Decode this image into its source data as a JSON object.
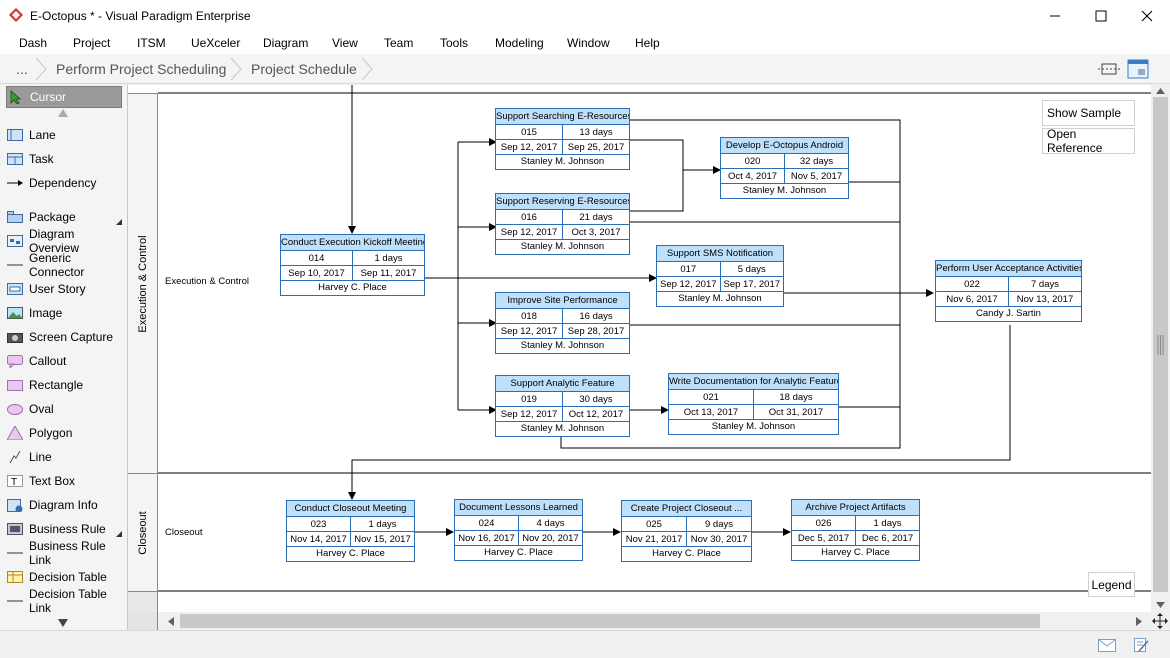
{
  "window": {
    "title": "E-Octopus * - Visual Paradigm Enterprise"
  },
  "menu": [
    "Dash",
    "Project",
    "ITSM",
    "UeXceler",
    "Diagram",
    "View",
    "Team",
    "Tools",
    "Modeling",
    "Window",
    "Help"
  ],
  "breadcrumb": {
    "more": "...",
    "items": [
      "Perform Project Scheduling",
      "Project Schedule"
    ]
  },
  "palette": {
    "items": [
      "Cursor",
      "Lane",
      "Task",
      "Dependency",
      "Package",
      "Diagram Overview",
      "Generic Connector",
      "User Story",
      "Image",
      "Screen Capture",
      "Callout",
      "Rectangle",
      "Oval",
      "Polygon",
      "Line",
      "Text Box",
      "Diagram Info",
      "Business Rule",
      "Business Rule Link",
      "Decision Table",
      "Decision Table Link"
    ]
  },
  "lanes": [
    {
      "header": "Execution & Control",
      "label": "Execution & Control"
    },
    {
      "header": "Closeout",
      "label": "Closeout"
    }
  ],
  "tasks": [
    {
      "name": "Conduct Execution Kickoff Meeting",
      "id": "014",
      "duration": "1 days",
      "start": "Sep 10, 2017",
      "end": "Sep 11, 2017",
      "owner": "Harvey C. Place"
    },
    {
      "name": "Support Searching E-Resources",
      "id": "015",
      "duration": "13 days",
      "start": "Sep 12, 2017",
      "end": "Sep 25, 2017",
      "owner": "Stanley M. Johnson"
    },
    {
      "name": "Support Reserving E-Resources",
      "id": "016",
      "duration": "21 days",
      "start": "Sep 12, 2017",
      "end": "Oct 3, 2017",
      "owner": "Stanley M. Johnson"
    },
    {
      "name": "Support SMS Notification",
      "id": "017",
      "duration": "5 days",
      "start": "Sep 12, 2017",
      "end": "Sep 17, 2017",
      "owner": "Stanley M. Johnson"
    },
    {
      "name": "Improve Site Performance",
      "id": "018",
      "duration": "16 days",
      "start": "Sep 12, 2017",
      "end": "Sep 28, 2017",
      "owner": "Stanley M. Johnson"
    },
    {
      "name": "Support Analytic Feature",
      "id": "019",
      "duration": "30 days",
      "start": "Sep 12, 2017",
      "end": "Oct 12, 2017",
      "owner": "Stanley M. Johnson"
    },
    {
      "name": "Develop E-Octopus Android",
      "id": "020",
      "duration": "32 days",
      "start": "Oct 4, 2017",
      "end": "Nov 5, 2017",
      "owner": "Stanley M. Johnson"
    },
    {
      "name": "Write Documentation for Analytic Feature",
      "id": "021",
      "duration": "18 days",
      "start": "Oct 13, 2017",
      "end": "Oct 31, 2017",
      "owner": "Stanley M. Johnson"
    },
    {
      "name": "Perform User Acceptance Activities",
      "id": "022",
      "duration": "7 days",
      "start": "Nov 6, 2017",
      "end": "Nov 13, 2017",
      "owner": "Candy J. Sartin"
    },
    {
      "name": "Conduct Closeout Meeting",
      "id": "023",
      "duration": "1 days",
      "start": "Nov 14, 2017",
      "end": "Nov 15, 2017",
      "owner": "Harvey C. Place"
    },
    {
      "name": "Document Lessons Learned",
      "id": "024",
      "duration": "4 days",
      "start": "Nov 16, 2017",
      "end": "Nov 20, 2017",
      "owner": "Harvey C. Place"
    },
    {
      "name": "Create Project Closeout ...",
      "id": "025",
      "duration": "9 days",
      "start": "Nov 21, 2017",
      "end": "Nov 30, 2017",
      "owner": "Harvey C. Place"
    },
    {
      "name": "Archive Project Artifacts",
      "id": "026",
      "duration": "1 days",
      "start": "Dec 5, 2017",
      "end": "Dec 6, 2017",
      "owner": "Harvey C. Place"
    }
  ],
  "buttons": {
    "show_sample": "Show Sample",
    "open_reference": "Open Reference",
    "legend": "Legend"
  }
}
